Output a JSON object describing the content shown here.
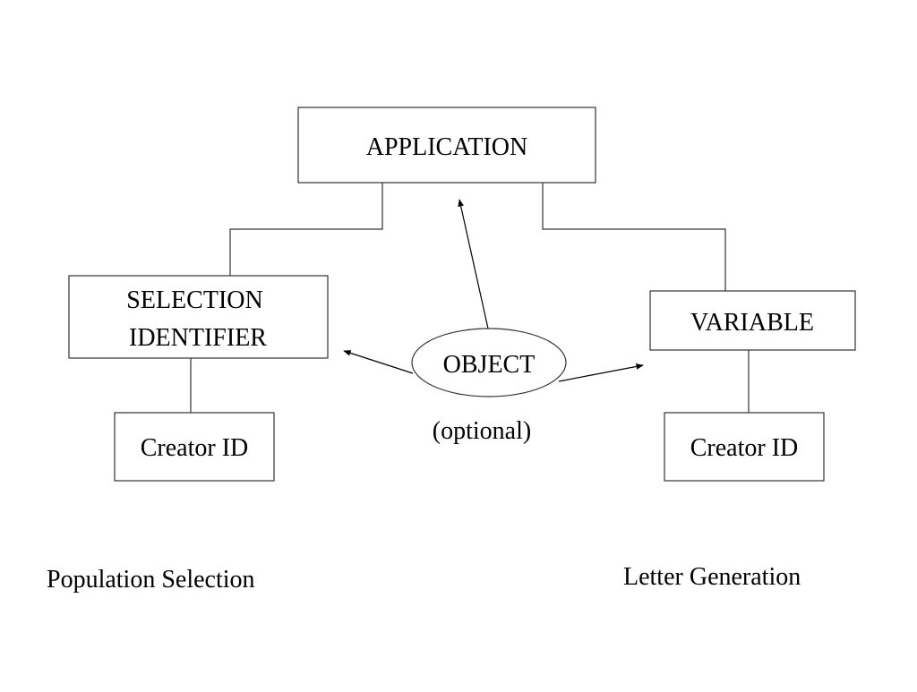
{
  "diagram": {
    "nodes": {
      "application": {
        "label": "APPLICATION"
      },
      "selection_identifier": {
        "lines": [
          "SELECTION",
          "IDENTIFIER"
        ]
      },
      "variable": {
        "label": "VARIABLE"
      },
      "object": {
        "label": "OBJECT",
        "note": "(optional)"
      },
      "creator_id_left": {
        "label": "Creator ID"
      },
      "creator_id_right": {
        "label": "Creator ID"
      }
    },
    "captions": {
      "left": "Population Selection",
      "right": "Letter Generation"
    }
  },
  "colors": {
    "stroke": "#333333",
    "text": "#000000",
    "background": "#ffffff"
  }
}
